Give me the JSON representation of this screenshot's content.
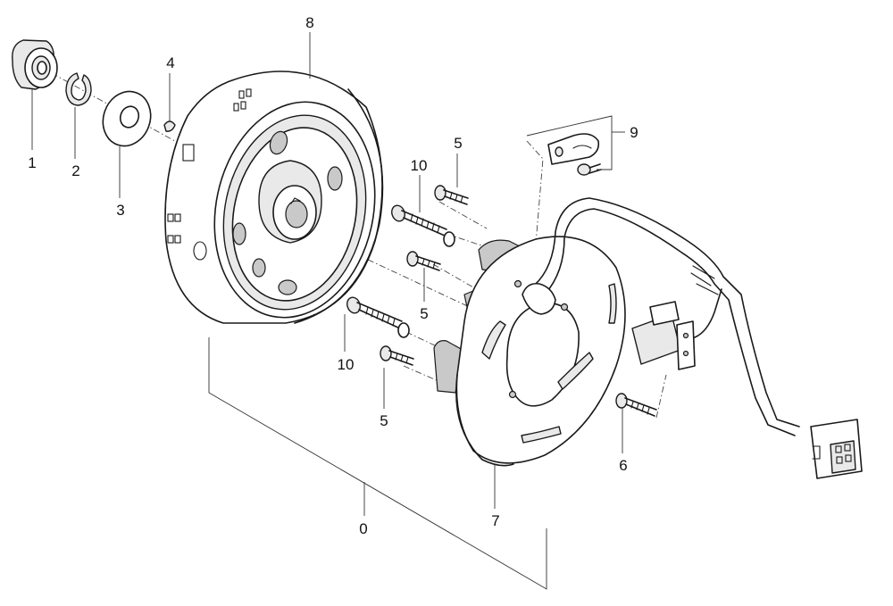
{
  "callouts": {
    "c0": "0",
    "c1": "1",
    "c2": "2",
    "c3": "3",
    "c4": "4",
    "c5a": "5",
    "c5b": "5",
    "c5c": "5",
    "c6": "6",
    "c7": "7",
    "c8": "8",
    "c9": "9",
    "c10a": "10",
    "c10b": "10"
  }
}
